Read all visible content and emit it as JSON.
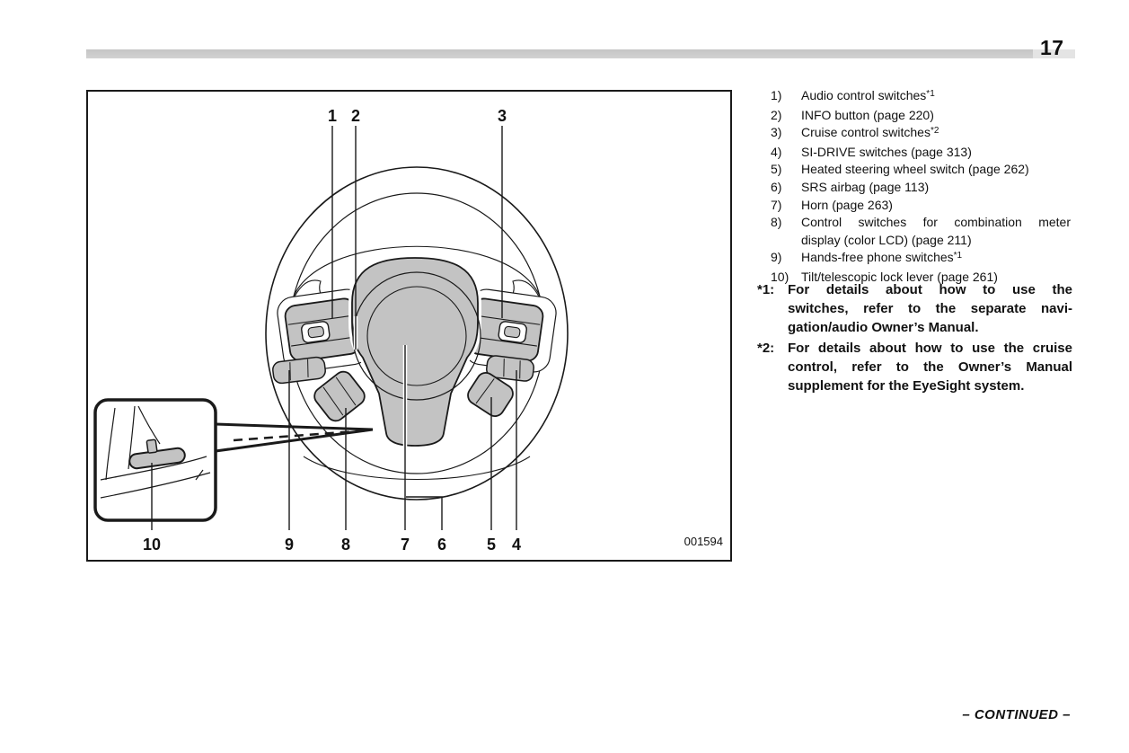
{
  "page": {
    "number": "17",
    "continued": "– CONTINUED –"
  },
  "figure": {
    "code": "001594",
    "callouts": {
      "n1": "1",
      "n2": "2",
      "n3": "3",
      "n4": "4",
      "n5": "5",
      "n6": "6",
      "n7": "7",
      "n8": "8",
      "n9": "9",
      "n10": "10"
    }
  },
  "legend": {
    "items": [
      {
        "num": "1)",
        "text": "Audio control switches",
        "sup": "*1"
      },
      {
        "num": "2)",
        "text": "INFO button (page 220)",
        "sup": ""
      },
      {
        "num": "3)",
        "text": "Cruise control switches",
        "sup": "*2"
      },
      {
        "num": "4)",
        "text": "SI-DRIVE switches (page 313)",
        "sup": ""
      },
      {
        "num": "5)",
        "text": "Heated steering wheel switch (page 262)",
        "sup": ""
      },
      {
        "num": "6)",
        "text": "SRS airbag (page 113)",
        "sup": ""
      },
      {
        "num": "7)",
        "text": "Horn (page 263)",
        "sup": ""
      },
      {
        "num": "8)",
        "lines": [
          "Control switches for combination meter",
          "display (color LCD) (page 211)"
        ]
      },
      {
        "num": "9)",
        "text": "Hands-free phone switches",
        "sup": "*1"
      },
      {
        "num": "10)",
        "text": "Tilt/telescopic lock lever (page 261)",
        "sup": ""
      }
    ]
  },
  "footnotes": [
    {
      "marker": "*1:",
      "lines": [
        "For details about how to use the",
        "switches, refer to the separate navi-",
        "gation/audio Owner’s Manual."
      ]
    },
    {
      "marker": "*2:",
      "lines": [
        "For details about how to use the cruise",
        "control, refer to the Owner’s Manual",
        "supplement for the EyeSight system."
      ]
    }
  ],
  "colors": {
    "diagram_fill_gray": "#c3c3c3",
    "line_black": "#1a1a1a",
    "header_bar_gray": "#c9c9c9"
  }
}
